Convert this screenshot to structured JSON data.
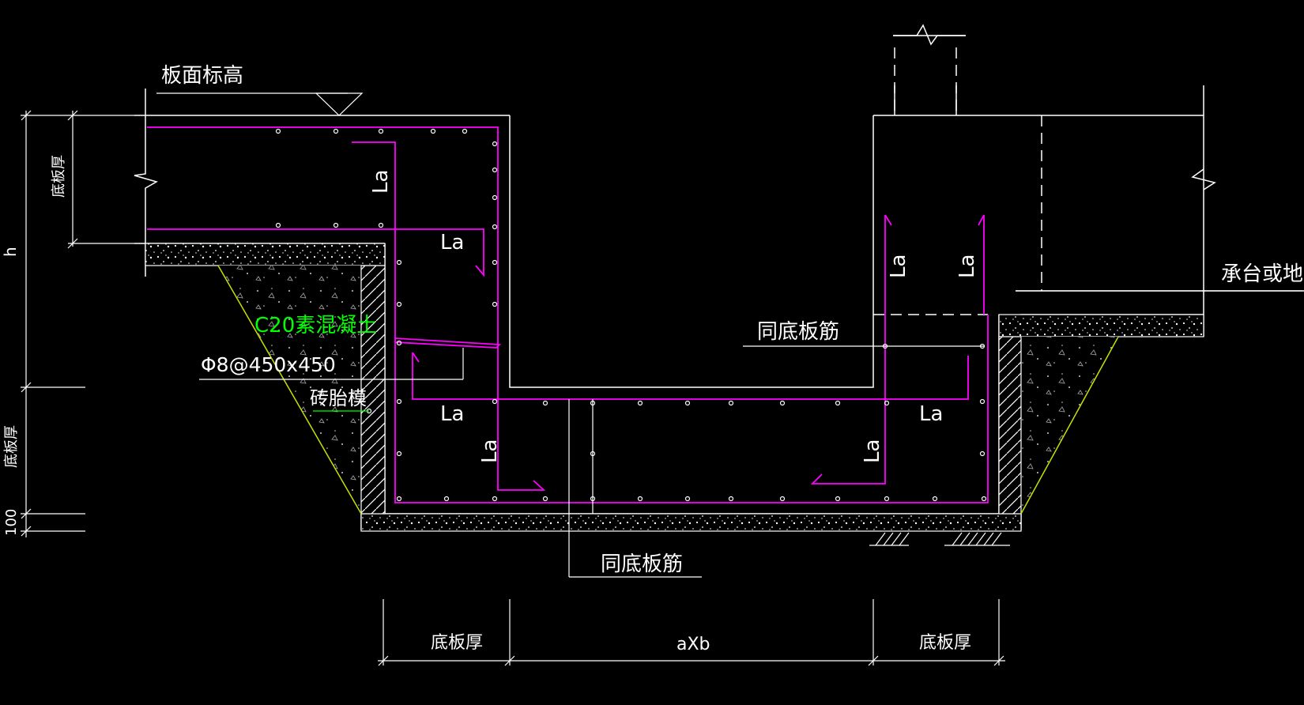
{
  "labels": {
    "slab_top_elev": "板面标高",
    "bottom_thk_left_top": "底板厚",
    "h": "h",
    "bottom_thk_left_mid": "底板厚",
    "dim_100": "100",
    "concrete": "C20素混凝土",
    "rebar": "Φ8@450x450",
    "brick_mold": "砖胎模",
    "same_rebar_right": "同底板筋",
    "same_rebar_bottom": "同底板筋",
    "pile_cap": "承台或地梁",
    "dim_left": "底板厚",
    "dim_mid": "aXb",
    "dim_right": "底板厚",
    "la_1": "La",
    "la_2": "La",
    "la_3": "La",
    "la_4": "La",
    "la_5": "La",
    "la_6": "La",
    "la_7": "La",
    "la_8": "La"
  },
  "colors": {
    "background": "#000000",
    "line": "#ffffff",
    "rebar": "#ff00ff",
    "concrete_text": "#00ff00",
    "slope": "#c8e000"
  }
}
